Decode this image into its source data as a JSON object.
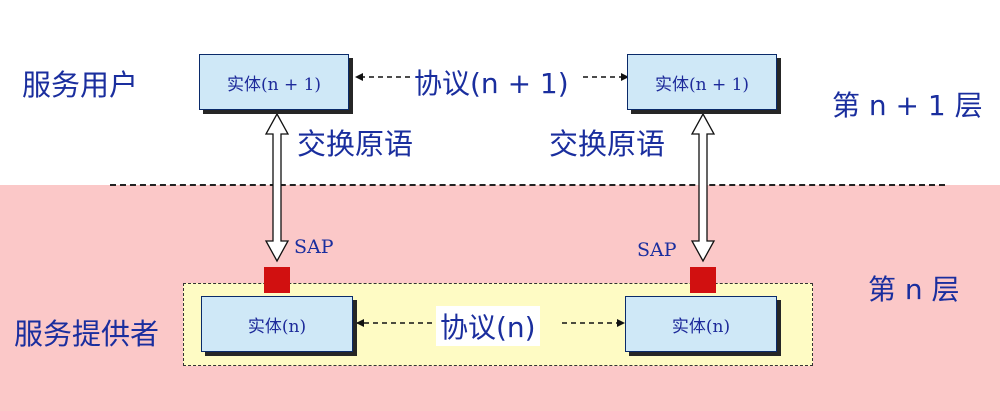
{
  "diagram": {
    "left_labels": {
      "service_user": "服务用户",
      "service_provider": "服务提供者"
    },
    "right_labels": {
      "layer_n_plus_1": "第 n + 1 层",
      "layer_n": "第 n 层"
    },
    "top_entities": [
      "实体(n + 1)",
      "实体(n + 1)"
    ],
    "bottom_entities": [
      "实体(n)",
      "实体(n)"
    ],
    "protocol_top": "协议(n + 1)",
    "protocol_bottom": "协议(n)",
    "primitive_labels": [
      "交换原语",
      "交换原语"
    ],
    "sap_labels": [
      "SAP",
      "SAP"
    ],
    "colors": {
      "upper_background": "#ffffff",
      "lower_background": "#fbc8c8",
      "provider_box_fill": "#fefbc4",
      "entity_fill": "#cfe8f7",
      "sap_square": "#d11010",
      "label_text": "#1a2e9e"
    }
  }
}
